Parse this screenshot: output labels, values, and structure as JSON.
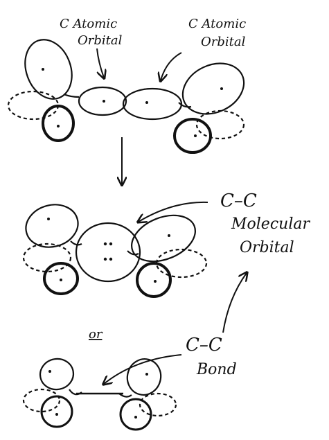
{
  "labels": {
    "c_atomic_orbital_left": [
      "C Atomic",
      "Orbital"
    ],
    "c_atomic_orbital_right": [
      "C Atomic",
      "Orbital"
    ],
    "cc_molecular_orbital": [
      "C–C",
      "Molecular",
      "Orbital"
    ],
    "or_text": "or",
    "cc_bond": [
      "C–C",
      "Bond"
    ]
  },
  "colors": {
    "ink": "#111111",
    "paper": "#ffffff"
  }
}
